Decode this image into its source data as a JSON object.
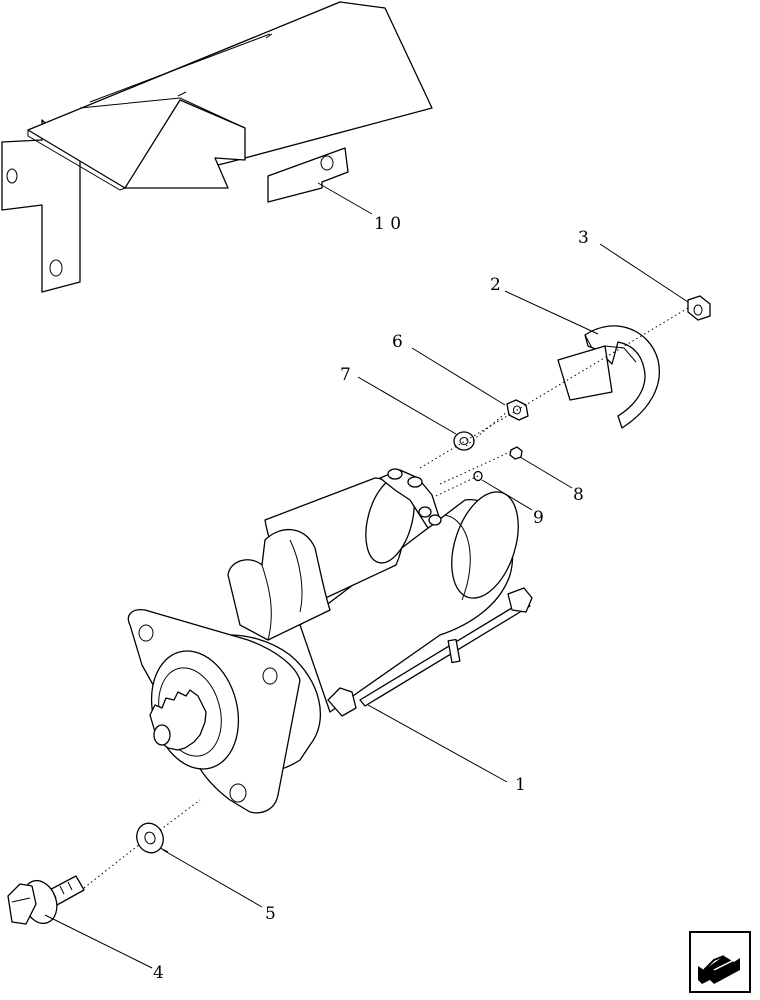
{
  "callouts": {
    "c1": "1",
    "c2": "2",
    "c3": "3",
    "c4": "4",
    "c5": "5",
    "c6": "6",
    "c7": "7",
    "c8": "8",
    "c9": "9",
    "c10": "1 0"
  },
  "nav": {
    "icon": "previous-page-arrow-icon"
  }
}
